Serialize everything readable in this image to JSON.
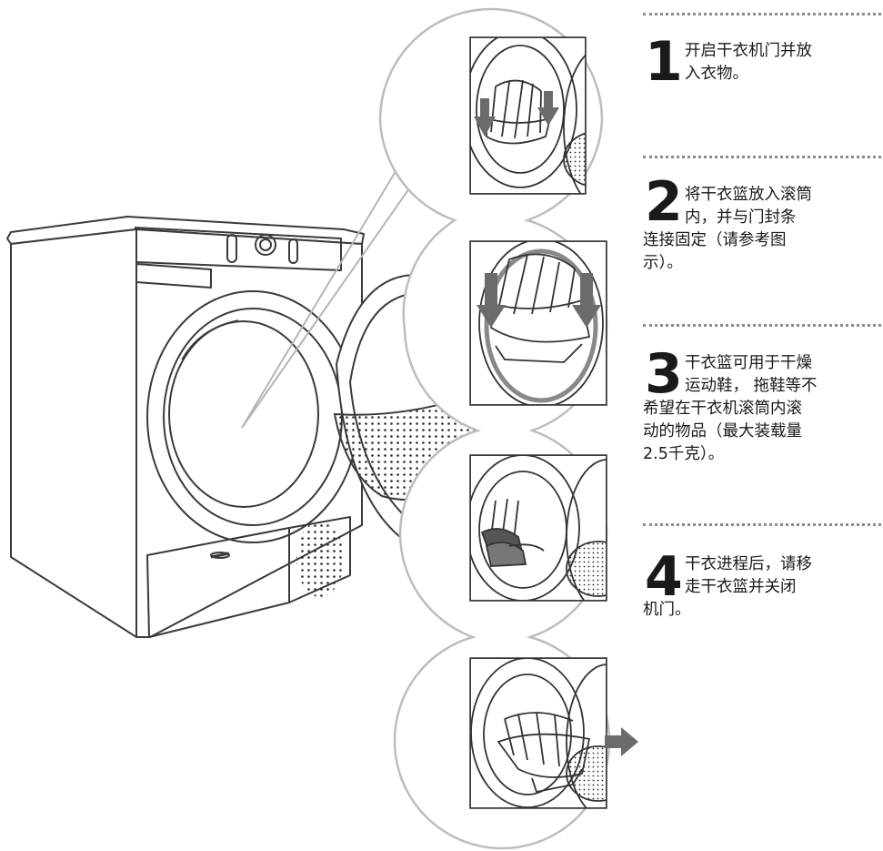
{
  "steps": [
    {
      "number": "1",
      "lines": [
        "开启干衣机门并放",
        "入衣物。"
      ]
    },
    {
      "number": "2",
      "lines": [
        "将干衣篮放入滚筒",
        "内，并与门封条",
        "连接固定（请参考图",
        "示）。"
      ]
    },
    {
      "number": "3",
      "lines": [
        "干衣篮可用于干燥",
        "运动鞋， 拖鞋等不",
        "希望在干衣机滚筒内滚",
        "动的物品（最大装载量",
        "2.5千克）。"
      ]
    },
    {
      "number": "4",
      "lines": [
        "干衣进程后，请移",
        "走干衣篮并关闭",
        "机门。"
      ]
    }
  ],
  "colors": {
    "line": "#3a3a3a",
    "arrow": "#6b6b6b",
    "panel_outline": "#bdbdbd",
    "divider": "#8a8a8a"
  },
  "illustration": {
    "main": "dryer-machine-door-open",
    "panels": [
      "step1-basket-arrows-down",
      "step2-basket-seal-arrows-down",
      "step3-shoes-in-basket",
      "step4-remove-basket-arrow-right"
    ]
  }
}
